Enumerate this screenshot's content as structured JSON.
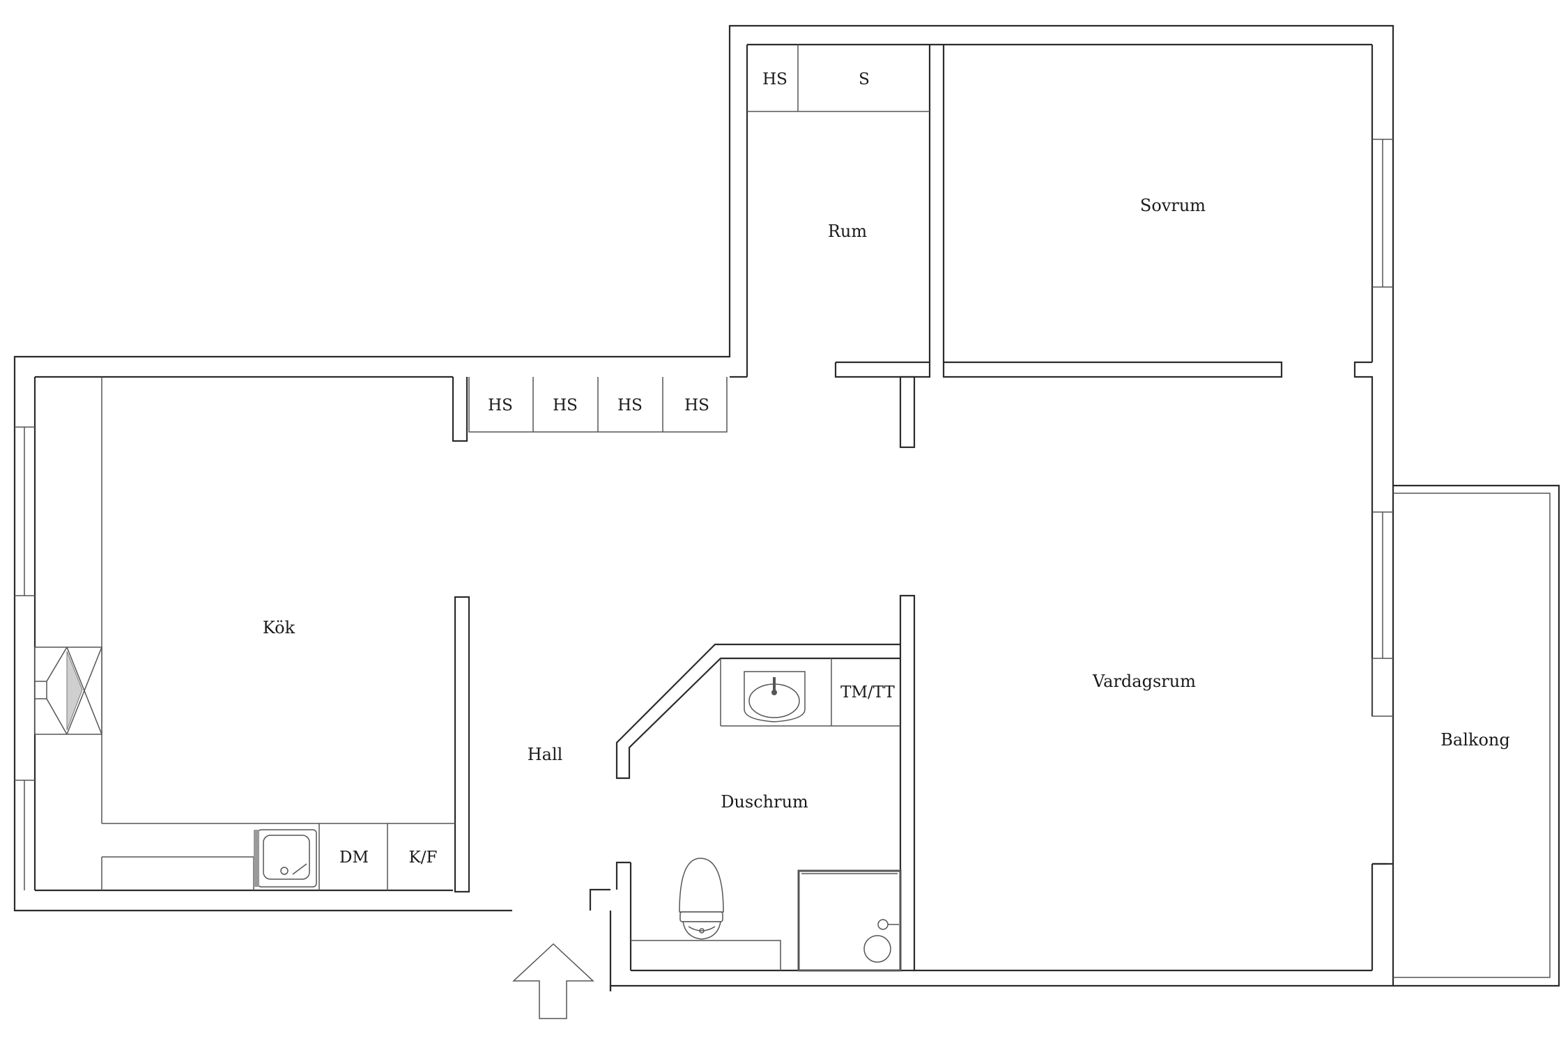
{
  "rooms": {
    "sovrum": "Sovrum",
    "rum": "Rum",
    "kok": "Kök",
    "hall": "Hall",
    "duschrum": "Duschrum",
    "vardagsrum": "Vardagsrum",
    "balkong": "Balkong"
  },
  "storage": {
    "hs_rum": "HS",
    "s_rum": "S",
    "hall_closets": [
      "HS",
      "HS",
      "HS",
      "HS"
    ]
  },
  "fixtures": {
    "dishwasher": "DM",
    "fridge_freezer": "K/F",
    "washer_dryer": "TM/TT"
  }
}
